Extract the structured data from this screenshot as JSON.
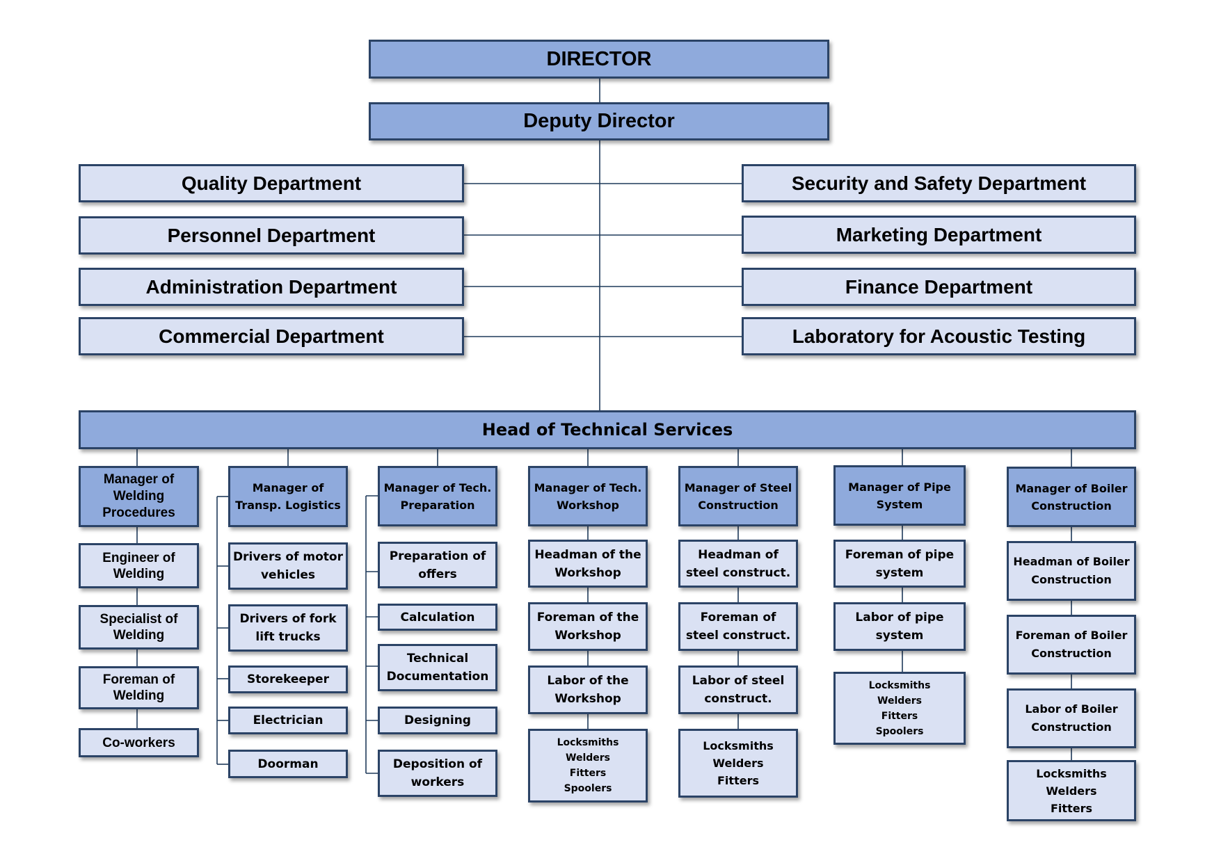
{
  "top": {
    "director": "DIRECTOR",
    "deputy_director": "Deputy Director"
  },
  "departments_left": [
    "Quality Department",
    "Personnel Department",
    "Administration Department",
    "Commercial Department"
  ],
  "departments_right": [
    "Security and Safety Department",
    "Marketing Department",
    "Finance Department",
    "Laboratory for Acoustic Testing"
  ],
  "technical": {
    "head": "Head of Technical Services",
    "columns": [
      {
        "manager": "Manager of\nWelding\nProcedures",
        "items": [
          "Engineer of\nWelding",
          "Specialist of\nWelding",
          "Foreman of\nWelding",
          "Co-workers"
        ]
      },
      {
        "manager": "Manager of\nTransp. Logistics",
        "items": [
          "Drivers of motor\nvehicles",
          "Drivers of fork\nlift trucks",
          "Storekeeper",
          "Electrician",
          "Doorman"
        ]
      },
      {
        "manager": "Manager of Tech.\nPreparation",
        "items": [
          "Preparation of\noffers",
          "Calculation",
          "Technical\nDocumentation",
          "Designing",
          "Deposition of\nworkers"
        ]
      },
      {
        "manager": "Manager of Tech.\nWorkshop",
        "items": [
          "Headman of the\nWorkshop",
          "Foreman of the\nWorkshop",
          "Labor of the\nWorkshop",
          "Locksmiths\nWelders\nFitters\nSpoolers"
        ]
      },
      {
        "manager": "Manager of Steel\nConstruction",
        "items": [
          "Headman of\nsteel construct.",
          "Foreman of\nsteel construct.",
          "Labor of steel\nconstruct.",
          "Locksmiths\nWelders\nFitters"
        ]
      },
      {
        "manager": "Manager of Pipe\nSystem",
        "items": [
          "Foreman of pipe\nsystem",
          "Labor of pipe\nsystem",
          "Locksmiths\nWelders\nFitters\nSpoolers"
        ]
      },
      {
        "manager": "Manager of Boiler\nConstruction",
        "items": [
          "Headman of Boiler\nConstruction",
          "Foreman of Boiler\nConstruction",
          "Labor of Boiler\nConstruction",
          "Locksmiths\nWelders\nFitters"
        ]
      }
    ]
  },
  "colors": {
    "dark_fill": "#8faadc",
    "light_fill": "#dae1f3",
    "border": "#2b4366",
    "connector": "#1f3a5a"
  }
}
